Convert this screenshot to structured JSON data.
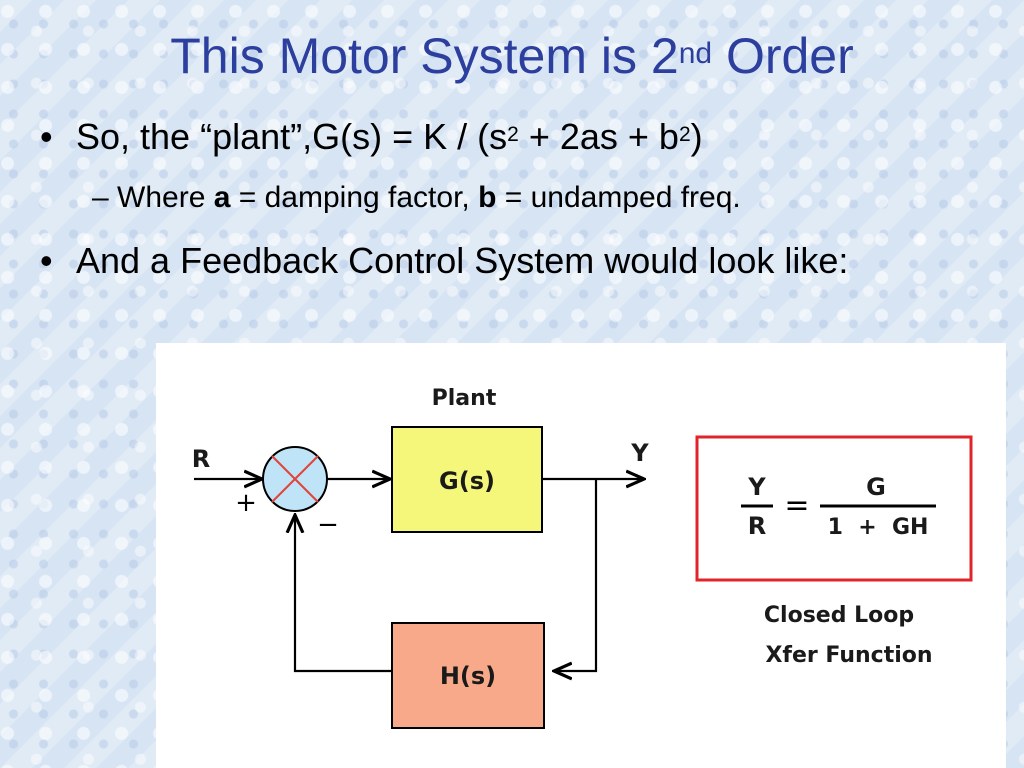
{
  "slide": {
    "title_main": "This Motor System is 2",
    "title_sup": "nd",
    "title_end": " Order",
    "bullet1_prefix": "So, the “plant”,G(s) = K / (s",
    "bullet1_sup1": "2",
    "bullet1_mid": " + 2as + b",
    "bullet1_sup2": "2",
    "bullet1_end": ")",
    "sub_dash": "–",
    "sub_where": "Where ",
    "sub_a": "a",
    "sub_a_desc": " = damping factor, ",
    "sub_b": "b",
    "sub_b_desc": " = undamped freq.",
    "bullet2": "And a Feedback Control System would look like:",
    "bullet_char": "•"
  },
  "diagram": {
    "plant_label": "Plant",
    "input_label": "R",
    "output_label": "Y",
    "plus_sign": "+",
    "minus_sign": "−",
    "forward_block": "G(s)",
    "feedback_block": "H(s)",
    "tf_num_left": "Y",
    "tf_den_left": "R",
    "tf_equals": "=",
    "tf_num_right": "G",
    "tf_den_right": "1  +  GH",
    "caption_line1": "Closed Loop",
    "caption_line2": "Xfer Function",
    "colors": {
      "forward_block_fill": "#f5f77a",
      "feedback_block_fill": "#f7a98a",
      "summer_fill": "#bfe3f7",
      "summer_cross": "#e0443a",
      "tf_box_border": "#e0242a"
    }
  }
}
